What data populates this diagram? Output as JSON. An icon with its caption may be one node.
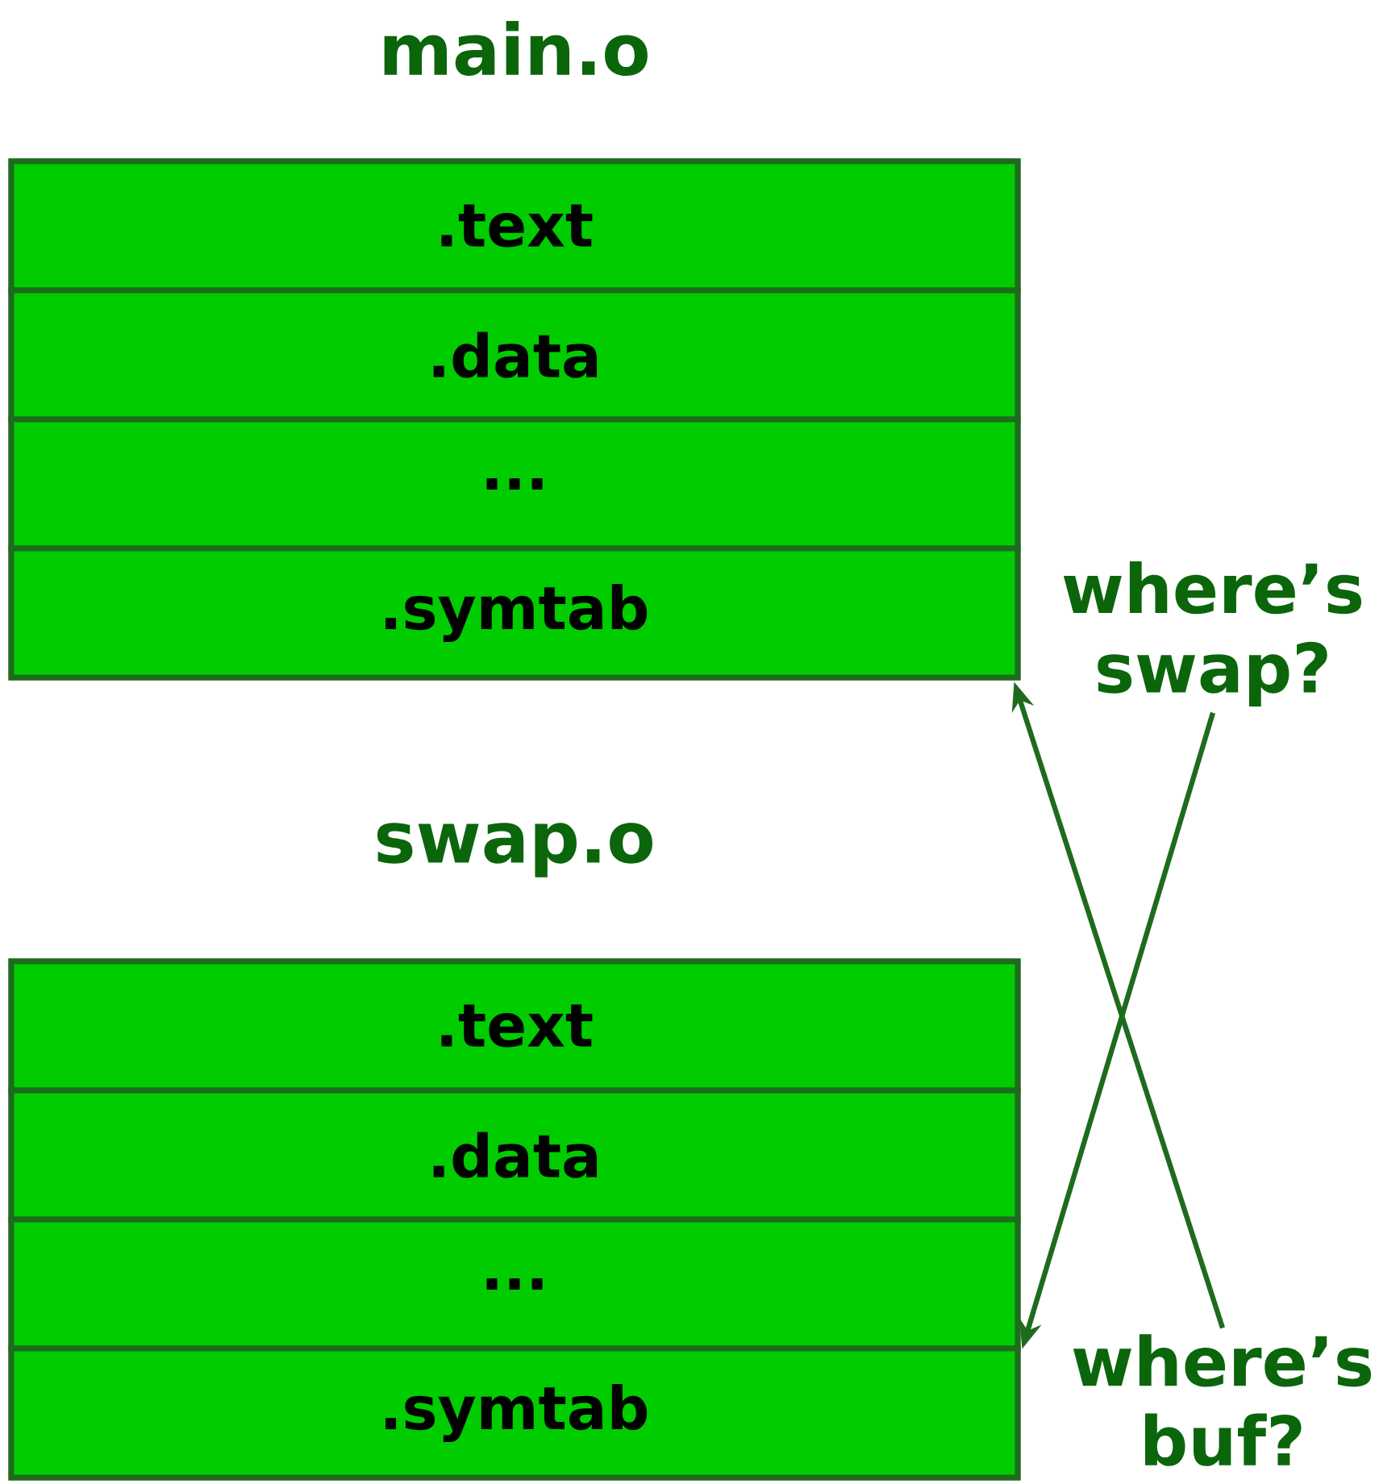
{
  "diagram": {
    "nodes": [
      {
        "text": [
          "main.o"
        ]
      },
      {
        "text": [
          ".text"
        ],
        "in": 0
      },
      {
        "text": [
          ".data"
        ],
        "in": 0
      },
      {
        "text": [
          "..."
        ],
        "in": 0
      },
      {
        "text": [
          ".symtab"
        ],
        "in": 0
      },
      {
        "text": [
          "swap.o"
        ]
      },
      {
        "text": [
          ".text"
        ],
        "in": 5
      },
      {
        "text": [
          ".data"
        ],
        "in": 5
      },
      {
        "text": [
          "..."
        ],
        "in": 5
      },
      {
        "text": [
          ".symtab"
        ],
        "in": 5
      },
      {
        "text": [
          "where’s swap?"
        ]
      },
      {
        "text": [
          "where’s buf?"
        ]
      }
    ],
    "edges": [
      {
        "from": 10,
        "to": 9,
        "arrow": "to"
      },
      {
        "from": 11,
        "to": 4,
        "arrow": "to"
      }
    ]
  }
}
